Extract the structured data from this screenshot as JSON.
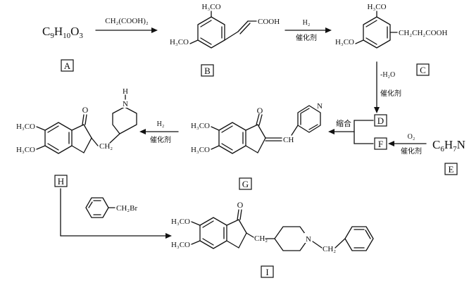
{
  "labels": {
    "A": "A",
    "B": "B",
    "C": "C",
    "D": "D",
    "E": "E",
    "F": "F",
    "G": "G",
    "H": "H",
    "I": "I"
  },
  "formulas": {
    "A": {
      "c": "C",
      "c_sub": "9",
      "h": "H",
      "h_sub": "10",
      "o": "O",
      "o_sub": "3"
    },
    "E": {
      "c": "C",
      "c_sub": "6",
      "h": "H",
      "h_sub": "7",
      "n": "N"
    }
  },
  "groups": {
    "h3co": "H₃CO",
    "h3co_alt": "H₃CO–",
    "h3co_dash": "H₃CO",
    "cooh": "COOH",
    "ch2ch2cooh": "CH₂CH₂COOH",
    "ch2": "CH₂",
    "ch2br": "CH₂Br",
    "ch_eq": "CH",
    "carbonyl_o": "O",
    "n": "N",
    "nh": "N",
    "h_on_n": "H",
    "n_ch2": "N–CH₂"
  },
  "arrows": {
    "a_to_b": {
      "top": "CH₂(COOH)₂",
      "bottom": ""
    },
    "b_to_c": {
      "top": "H₂",
      "bottom": "催化剂"
    },
    "c_to_d": {
      "top": "-H₂O",
      "bottom": "催化剂"
    },
    "e_to_f": {
      "top": "O₂",
      "bottom": "催化剂"
    },
    "df_to_g": {
      "top": "缩合",
      "bottom": ""
    },
    "g_to_h": {
      "top": "H₂",
      "bottom": "催化剂"
    }
  }
}
